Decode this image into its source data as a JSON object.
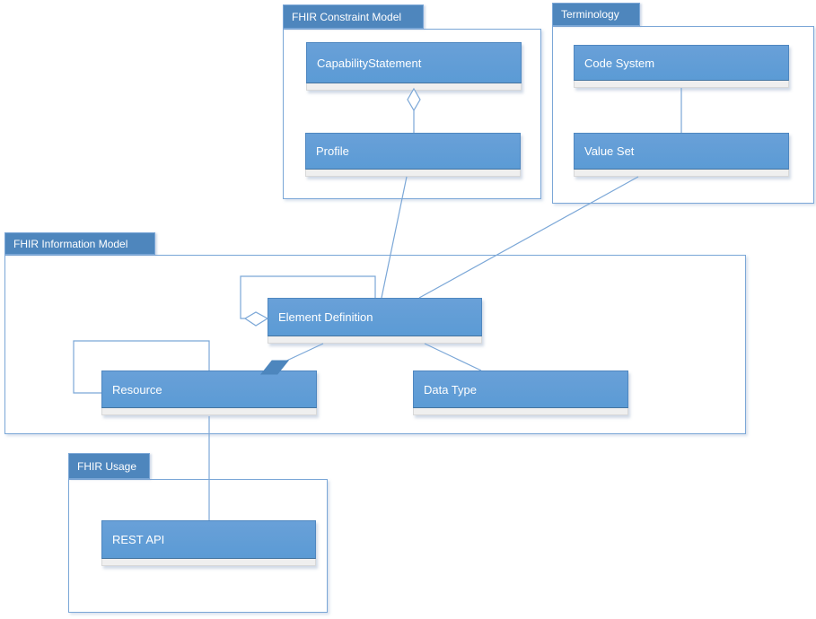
{
  "packages": {
    "constraint": {
      "label": "FHIR Constraint Model"
    },
    "terminology": {
      "label": "Terminology"
    },
    "information": {
      "label": "FHIR Information Model"
    },
    "usage": {
      "label": "FHIR Usage"
    }
  },
  "classes": {
    "capability_statement": {
      "label": "CapabilityStatement",
      "package": "FHIR Constraint Model"
    },
    "profile": {
      "label": "Profile",
      "package": "FHIR Constraint Model"
    },
    "code_system": {
      "label": "Code System",
      "package": "Terminology"
    },
    "value_set": {
      "label": "Value Set",
      "package": "Terminology"
    },
    "element_definition": {
      "label": "Element Definition",
      "package": "FHIR Information Model"
    },
    "resource": {
      "label": "Resource",
      "package": "FHIR Information Model"
    },
    "data_type": {
      "label": "Data Type",
      "package": "FHIR Information Model"
    },
    "rest_api": {
      "label": "REST API",
      "package": "FHIR Usage"
    }
  },
  "relationships": [
    {
      "from": "CapabilityStatement",
      "to": "Profile",
      "type": "aggregation",
      "diamond_end": "CapabilityStatement"
    },
    {
      "from": "Code System",
      "to": "Value Set",
      "type": "association"
    },
    {
      "from": "Profile",
      "to": "Element Definition",
      "type": "association"
    },
    {
      "from": "Value Set",
      "to": "Element Definition",
      "type": "association"
    },
    {
      "from": "Element Definition",
      "to": "Element Definition",
      "type": "self-aggregation",
      "diamond_end": "Element Definition"
    },
    {
      "from": "Resource",
      "to": "Resource",
      "type": "self-association"
    },
    {
      "from": "Element Definition",
      "to": "Resource",
      "type": "composition",
      "diamond_end": "Resource"
    },
    {
      "from": "Element Definition",
      "to": "Data Type",
      "type": "association"
    },
    {
      "from": "Resource",
      "to": "REST API",
      "type": "association"
    }
  ],
  "colors": {
    "class_fill": "#5b9bd5",
    "class_fill_light": "#69a0d8",
    "class_border": "#4f87c0",
    "tab_fill": "#4e86bd",
    "pkg_border": "#7ba7d7",
    "connector": "#7ba7d7",
    "composition_fill": "#4d86bd",
    "strip_fill": "#efefef",
    "strip_border": "#d8d8d8",
    "label_text": "#ffffff"
  }
}
